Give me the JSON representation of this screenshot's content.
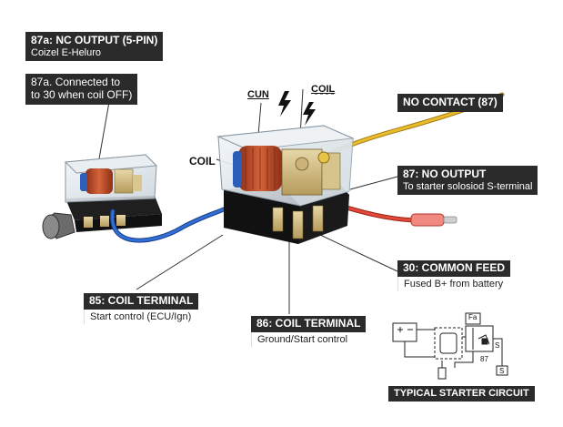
{
  "labels": {
    "nc_output": {
      "title": "87a: NC OUTPUT (5-PIN)",
      "sub": "Coizel E-Heluro"
    },
    "nc_connected": {
      "line1": "87a. Connected to",
      "line2": "to 30 when coil OFF)"
    },
    "cun": "CUN",
    "coil_top": "COIL",
    "coil_side": "COIL",
    "no_contact": "NO CONTACT (87)",
    "no_output": {
      "title": "87: NO OUTPUT",
      "sub": "To starter solosiod S-terminal"
    },
    "common_feed": {
      "title": "30: COMMON FEED",
      "sub": "Fused B+ from battery"
    },
    "coil_85": {
      "title": "85: COIL TERMINAL",
      "sub": "Start control (ECU/Ign)"
    },
    "coil_86": {
      "title": "86: COIL TERMINAL",
      "sub": "Ground/Start control"
    },
    "circuit": {
      "caption": "TYPICAL STARTER CIRCUIT",
      "fa": "Fa",
      "s1": "S",
      "s2": "S",
      "pin87": "87"
    }
  },
  "colors": {
    "label_bg": "#2b2b2b",
    "wire_blue": "#1f5fc4",
    "wire_red": "#d63a2f",
    "wire_yellow": "#e3b320",
    "relay_base": "#1c1c1c",
    "copper": "#c0502a"
  },
  "icons": [
    "lightning-icon",
    "battery-icon",
    "fuse-icon"
  ]
}
